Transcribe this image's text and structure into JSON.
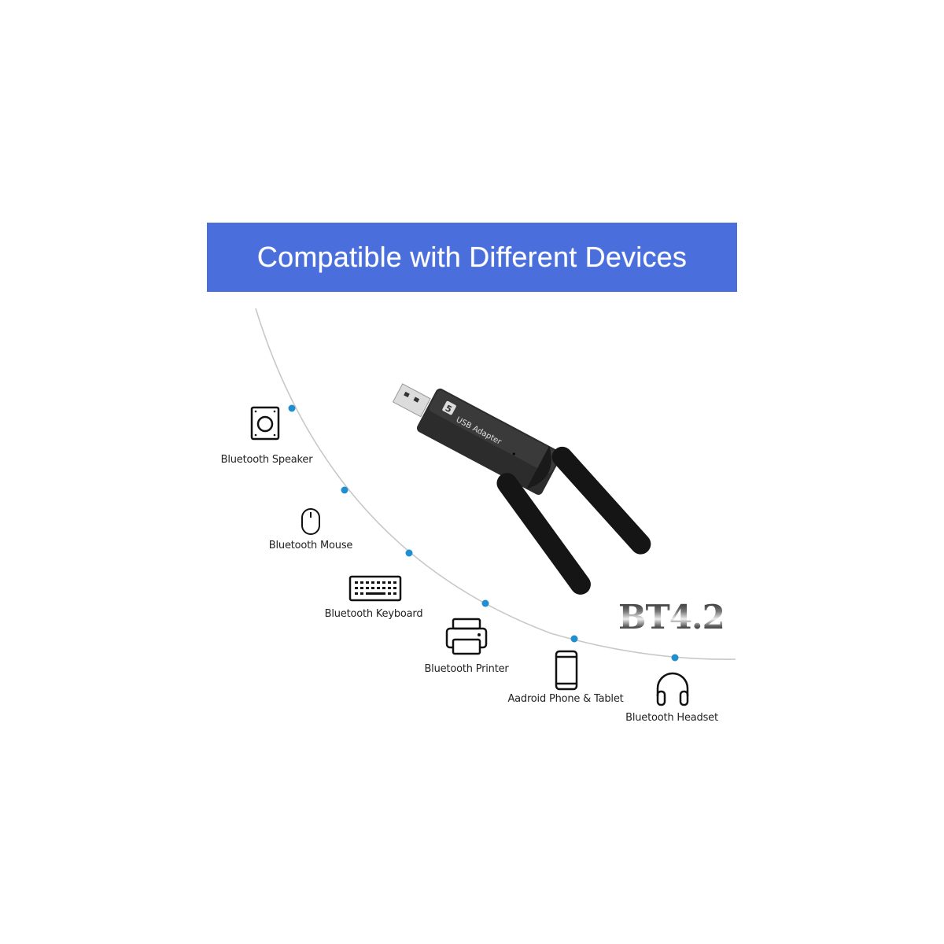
{
  "banner": {
    "title": "Compatible with Different Devices",
    "background_color": "#4a6fdc",
    "text_color": "#ffffff"
  },
  "product": {
    "name": "USB Adapter",
    "badge": "5",
    "bluetooth_version": "BT4.2"
  },
  "arc": {
    "line_color": "#c8c8c8",
    "dot_color": "#1f8fd0"
  },
  "devices": [
    {
      "label": "Bluetooth Speaker",
      "icon": "speaker-icon"
    },
    {
      "label": "Bluetooth Mouse",
      "icon": "mouse-icon"
    },
    {
      "label": "Bluetooth Keyboard",
      "icon": "keyboard-icon"
    },
    {
      "label": "Bluetooth Printer",
      "icon": "printer-icon"
    },
    {
      "label": "Aadroid Phone & Tablet",
      "icon": "phone-icon"
    },
    {
      "label": "Bluetooth Headset",
      "icon": "headset-icon"
    }
  ]
}
